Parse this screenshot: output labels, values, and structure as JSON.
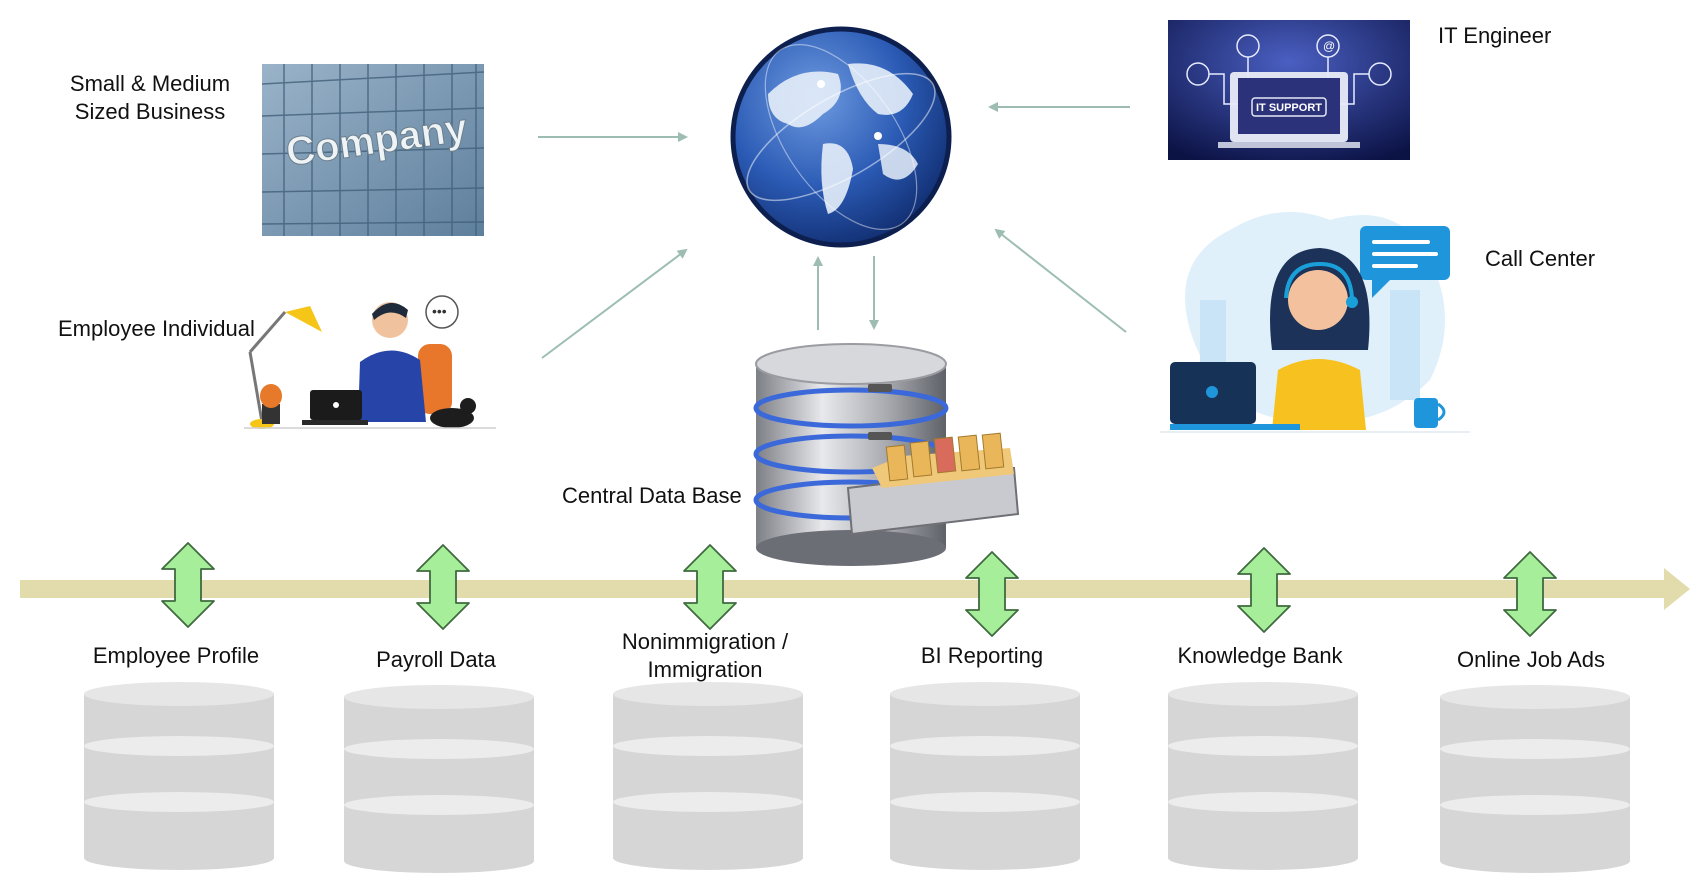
{
  "labels": {
    "smb_line1": "Small & Medium",
    "smb_line2": "Sized Business",
    "employee_individual": "Employee Individual",
    "central_db": "Central Data Base",
    "it_engineer": "IT Engineer",
    "call_center": "Call Center"
  },
  "images": {
    "company_sign": "Company",
    "it_support_sign": "IT SUPPORT"
  },
  "modules": [
    {
      "line1": "Employee Profile",
      "line2": ""
    },
    {
      "line1": "Payroll Data",
      "line2": ""
    },
    {
      "line1": "Nonimmigration /",
      "line2": "Immigration"
    },
    {
      "line1": "BI Reporting",
      "line2": ""
    },
    {
      "line1": "Knowledge Bank",
      "line2": ""
    },
    {
      "line1": "Online Job Ads",
      "line2": ""
    }
  ],
  "colors": {
    "connector_arrow": "#9dbdb3",
    "timeline_band": "#e2dcac",
    "double_arrow_fill": "#a7ee9a",
    "double_arrow_stroke": "#3f6a3f",
    "db_cylinder": "#d6d6d6",
    "globe_blue": "#1f4fa8"
  }
}
